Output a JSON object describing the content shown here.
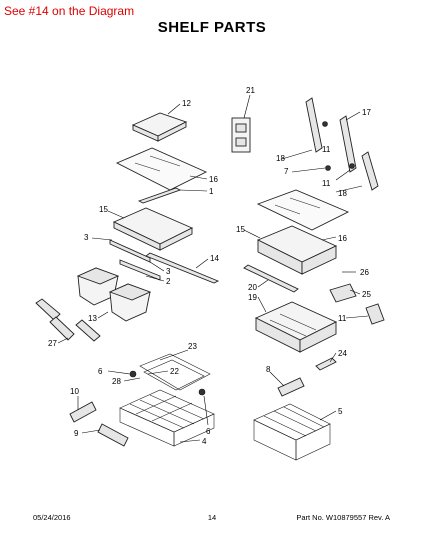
{
  "note": "See #14 on the Diagram",
  "title": "SHELF PARTS",
  "footer": {
    "date": "05/24/2016",
    "page": "14",
    "part_no": "Part No. W10879557  Rev. A"
  },
  "callouts": [
    "12",
    "21",
    "17",
    "16",
    "1",
    "18",
    "11",
    "7",
    "11",
    "18",
    "15",
    "3",
    "14",
    "15",
    "16",
    "3",
    "2",
    "26",
    "20",
    "19",
    "25",
    "13",
    "11",
    "27",
    "23",
    "24",
    "6",
    "22",
    "28",
    "8",
    "10",
    "5",
    "9",
    "6",
    "4"
  ],
  "colors": {
    "note": "#e00000",
    "line": "#222222"
  }
}
